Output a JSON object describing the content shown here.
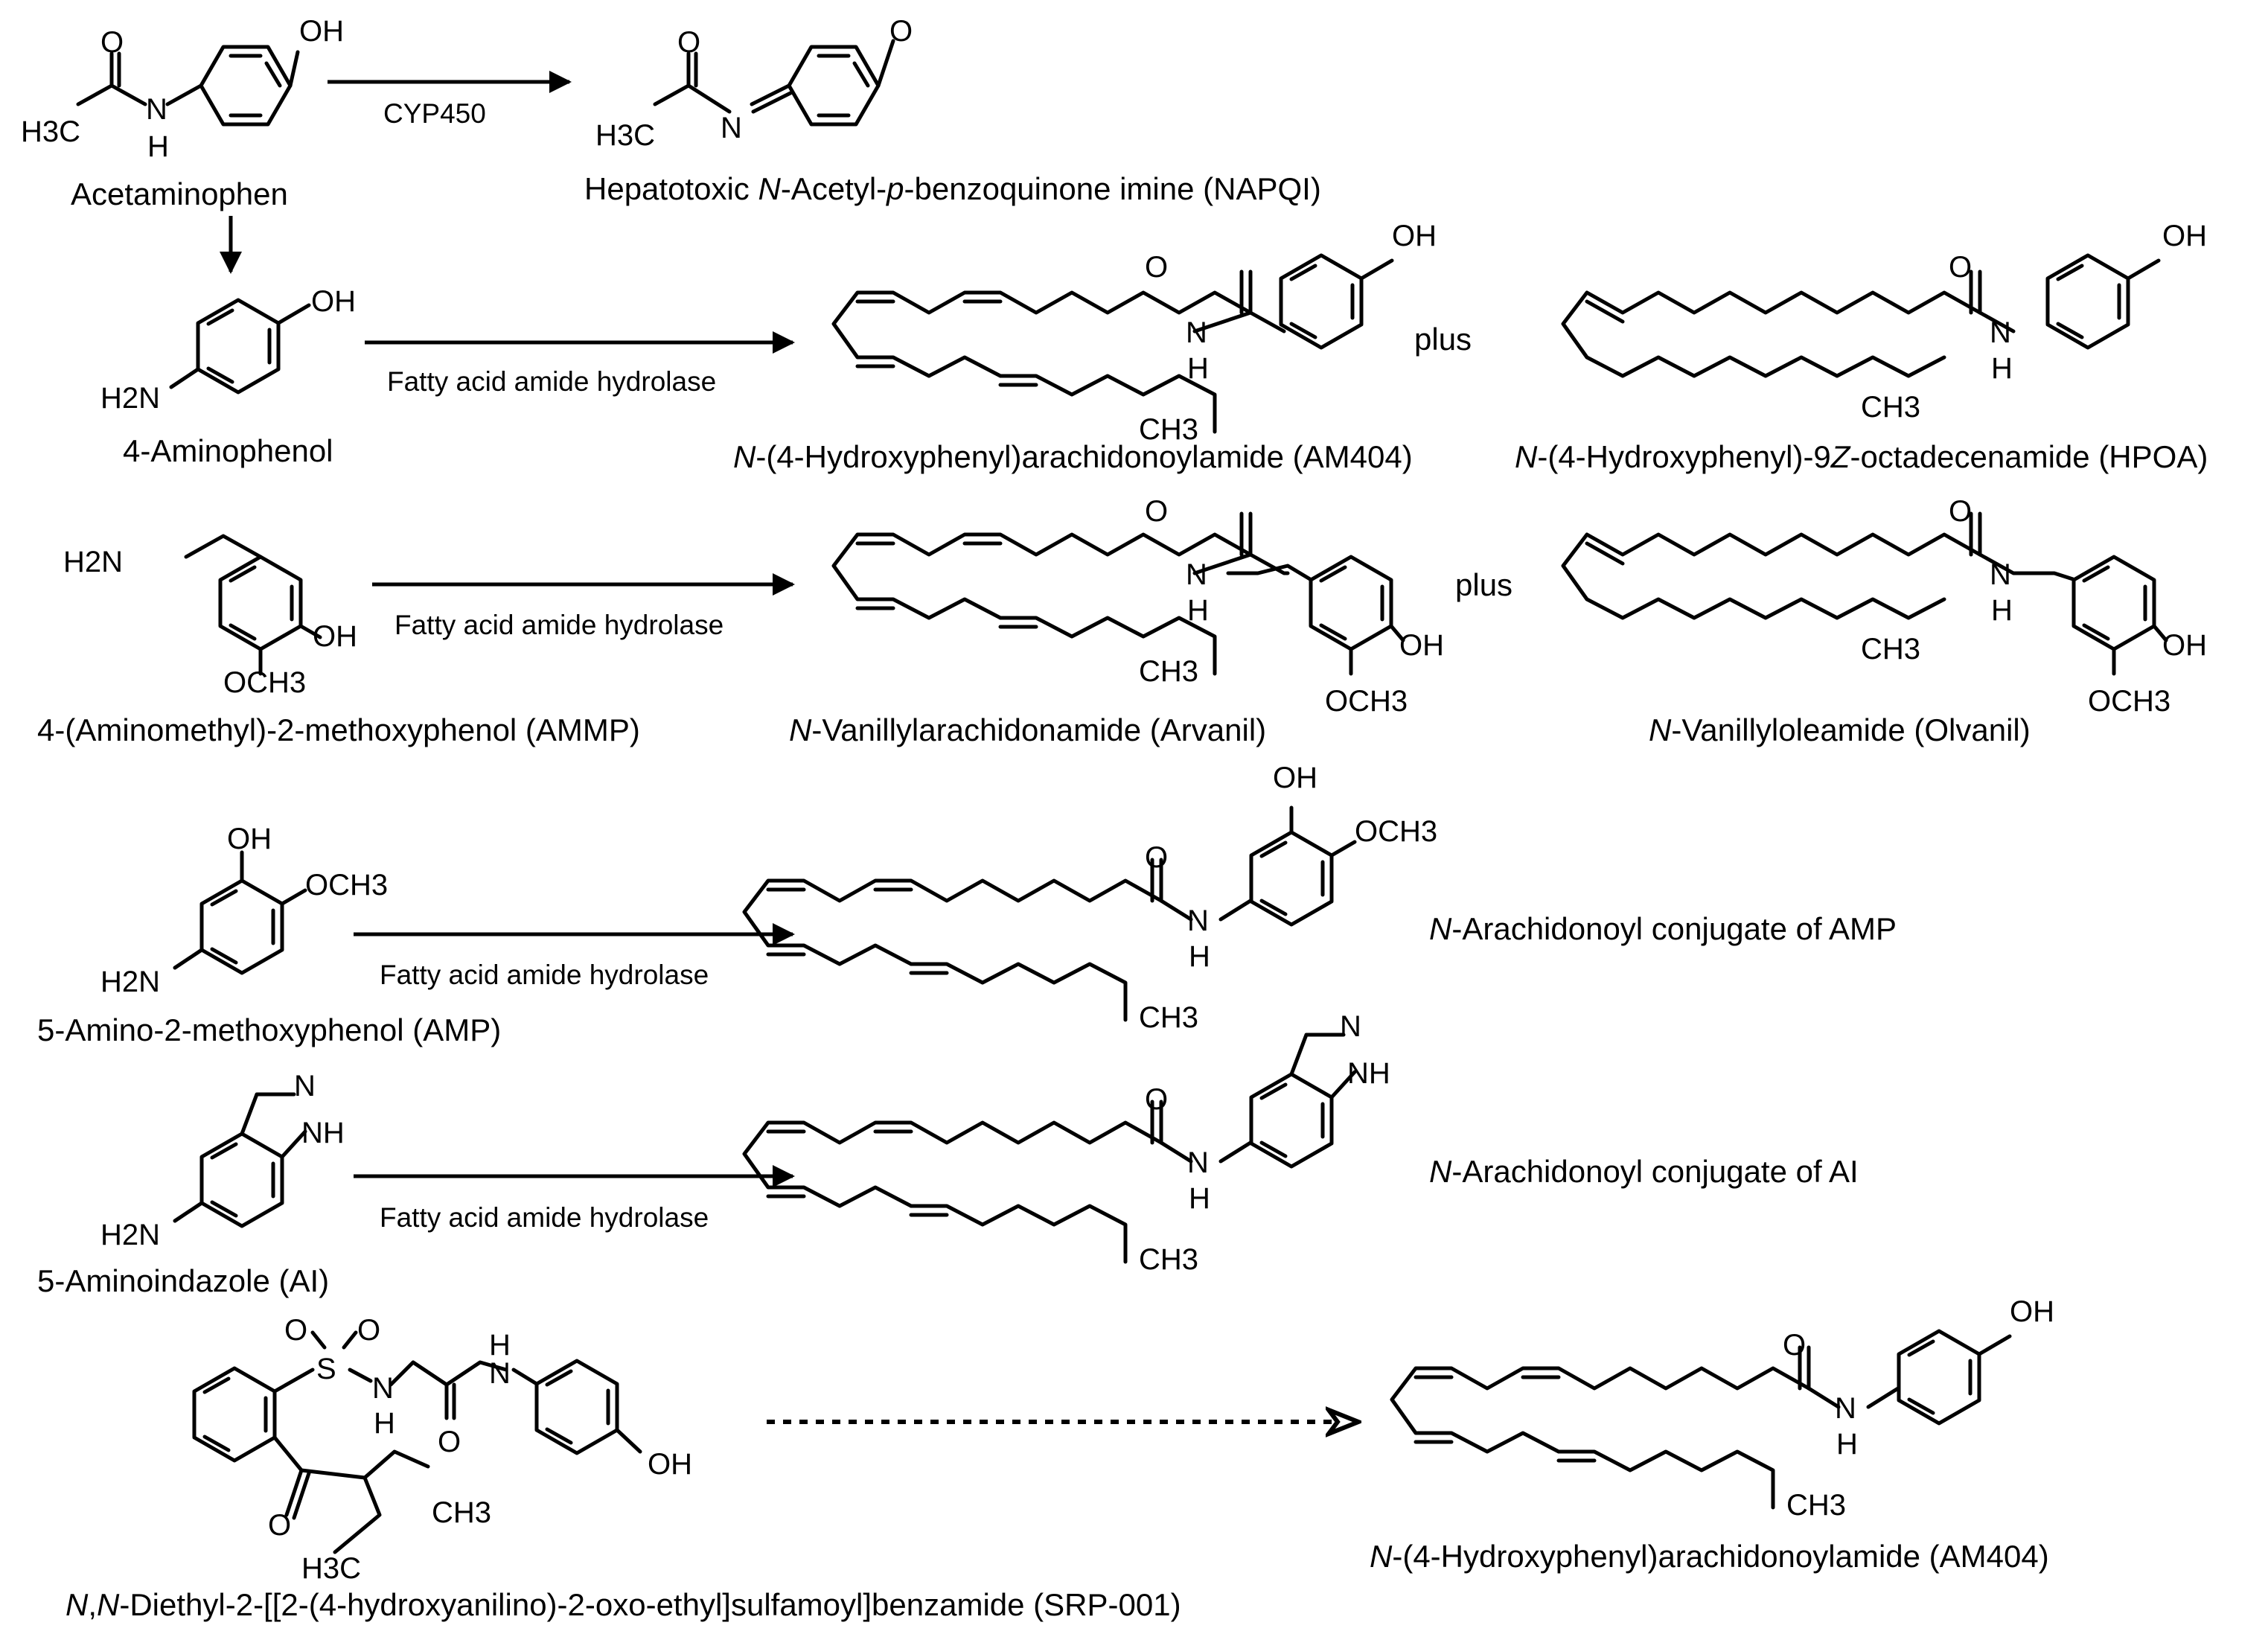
{
  "atoms": {
    "OH": "OH",
    "O": "O",
    "N": "N",
    "H": "H",
    "NH": "NH",
    "H3C": "H3C",
    "H2N": "H2N",
    "CH3": "CH3",
    "OCH3": "OCH3",
    "S": "S"
  },
  "enzymes": {
    "cyp450": "CYP450",
    "faah": "Fatty acid amide hydrolase"
  },
  "plus": "plus",
  "names": {
    "acetaminophen": "Acetaminophen",
    "napqi_pre": "Hepatotoxic ",
    "napqi_n": "N",
    "napqi_mid": "-Acetyl-",
    "napqi_p": "p",
    "napqi_post": "-benzoquinone imine (NAPQI)",
    "aminophenol": "4-Aminophenol",
    "am404_n": "N",
    "am404_rest": "-(4-Hydroxyphenyl)arachidonoylamide (AM404)",
    "hpoa_n": "N",
    "hpoa_mid": "-(4-Hydroxyphenyl)-9",
    "hpoa_z": "Z",
    "hpoa_post": "-octadecenamide (HPOA)",
    "ammp": "4-(Aminomethyl)-2-methoxyphenol (AMMP)",
    "arvanil_n": "N",
    "arvanil_rest": "-Vanillylarachidonamide (Arvanil)",
    "olvanil_n": "N",
    "olvanil_rest": "-Vanillyloleamide (Olvanil)",
    "amp": "5-Amino-2-methoxyphenol (AMP)",
    "amp_conj_n": "N",
    "amp_conj_rest": "-Arachidonoyl conjugate of AMP",
    "ai": "5-Aminoindazole (AI)",
    "ai_conj_n": "N",
    "ai_conj_rest": "-Arachidonoyl conjugate of AI",
    "srp_n1": "N",
    "srp_comma": ",",
    "srp_n2": "N",
    "srp_rest": "-Diethyl-2-[[2-(4-hydroxyanilino)-2-oxo-ethyl]sulfamoyl]benzamide (SRP-001)",
    "am404b_n": "N",
    "am404b_rest": "-(4-Hydroxyphenyl)arachidonoylamide (AM404)"
  }
}
